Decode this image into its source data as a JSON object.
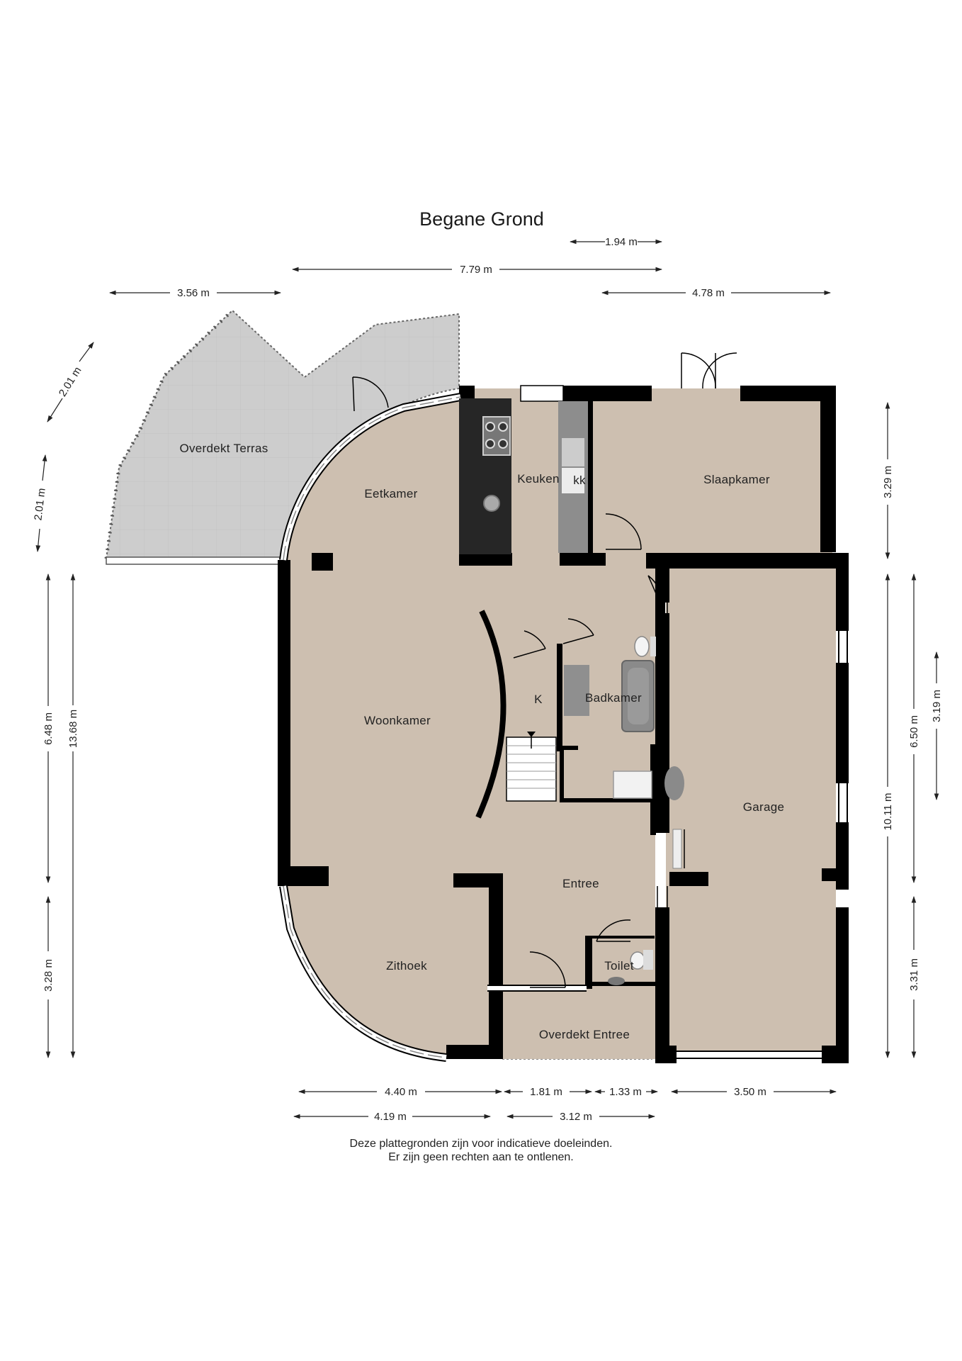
{
  "title": "Begane Grond",
  "rooms": {
    "overdekt_terras": "Overdekt Terras",
    "eetkamer": "Eetkamer",
    "keuken": "Keuken",
    "kk": "kk",
    "slaapkamer": "Slaapkamer",
    "woonkamer": "Woonkamer",
    "k": "K",
    "badkamer": "Badkamer",
    "garage": "Garage",
    "entree": "Entree",
    "zithoek": "Zithoek",
    "toilet": "Toilet",
    "overdekt_entree": "Overdekt Entree"
  },
  "dimensions": {
    "top_1_94": "1.94 m",
    "top_7_79": "7.79 m",
    "top_3_56": "3.56 m",
    "top_4_78": "4.78 m",
    "left_diag_2_01": "2.01 m",
    "left_2_01": "2.01 m",
    "left_6_48": "6.48 m",
    "left_13_68": "13.68 m",
    "left_3_28": "3.28 m",
    "right_3_29": "3.29 m",
    "right_6_50": "6.50 m",
    "right_3_19": "3.19 m",
    "right_10_11": "10.11 m",
    "right_3_31": "3.31 m",
    "bottom_4_40": "4.40 m",
    "bottom_1_81": "1.81 m",
    "bottom_1_33": "1.33 m",
    "bottom_3_50": "3.50 m",
    "bottom_4_19": "4.19 m",
    "bottom_3_12": "3.12 m"
  },
  "disclaimer": {
    "line1": "Deze plattegronden zijn voor indicatieve doeleinden.",
    "line2": "Er zijn geen rechten aan te ontlenen."
  },
  "colors": {
    "floor": "#cdbfb0",
    "terrace": "#cccccc",
    "wall": "#000000",
    "counter": "#262626"
  }
}
